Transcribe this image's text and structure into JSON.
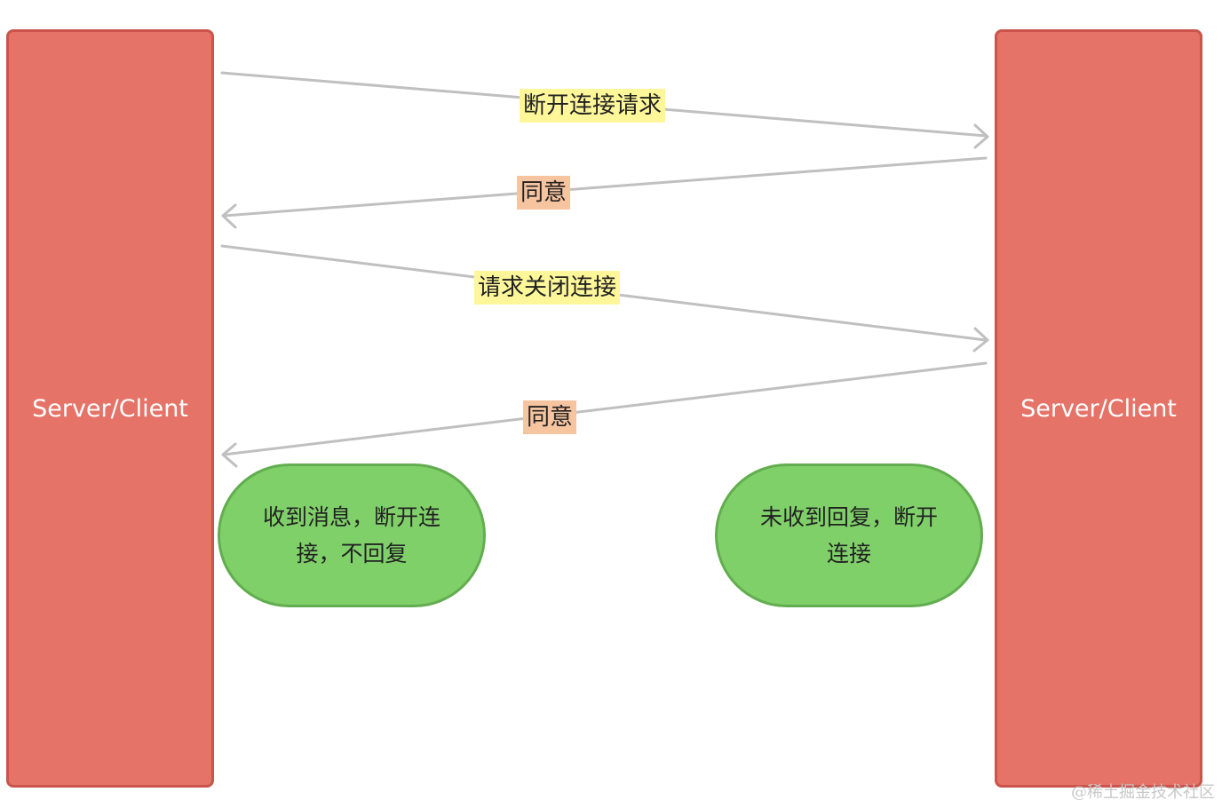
{
  "parties": {
    "left": "Server/Client",
    "right": "Server/Client"
  },
  "messages": [
    {
      "label": "断开连接请求",
      "direction": "left-to-right",
      "highlight": "#fdf79a"
    },
    {
      "label": "同意",
      "direction": "right-to-left",
      "highlight": "#f7c4a0"
    },
    {
      "label": "请求关闭连接",
      "direction": "left-to-right",
      "highlight": "#fdf79a"
    },
    {
      "label": "同意",
      "direction": "right-to-left",
      "highlight": "#f7c4a0"
    }
  ],
  "notes": {
    "left": {
      "line1": "收到消息，断开连",
      "line2": "接，不回复"
    },
    "right": {
      "line1": "未收到回复，断开",
      "line2": "连接"
    }
  },
  "watermark": "@稀土掘金技术社区",
  "colors": {
    "party_fill": "#e57368",
    "note_fill": "#80d06a",
    "arrow": "#c0c0c0"
  }
}
